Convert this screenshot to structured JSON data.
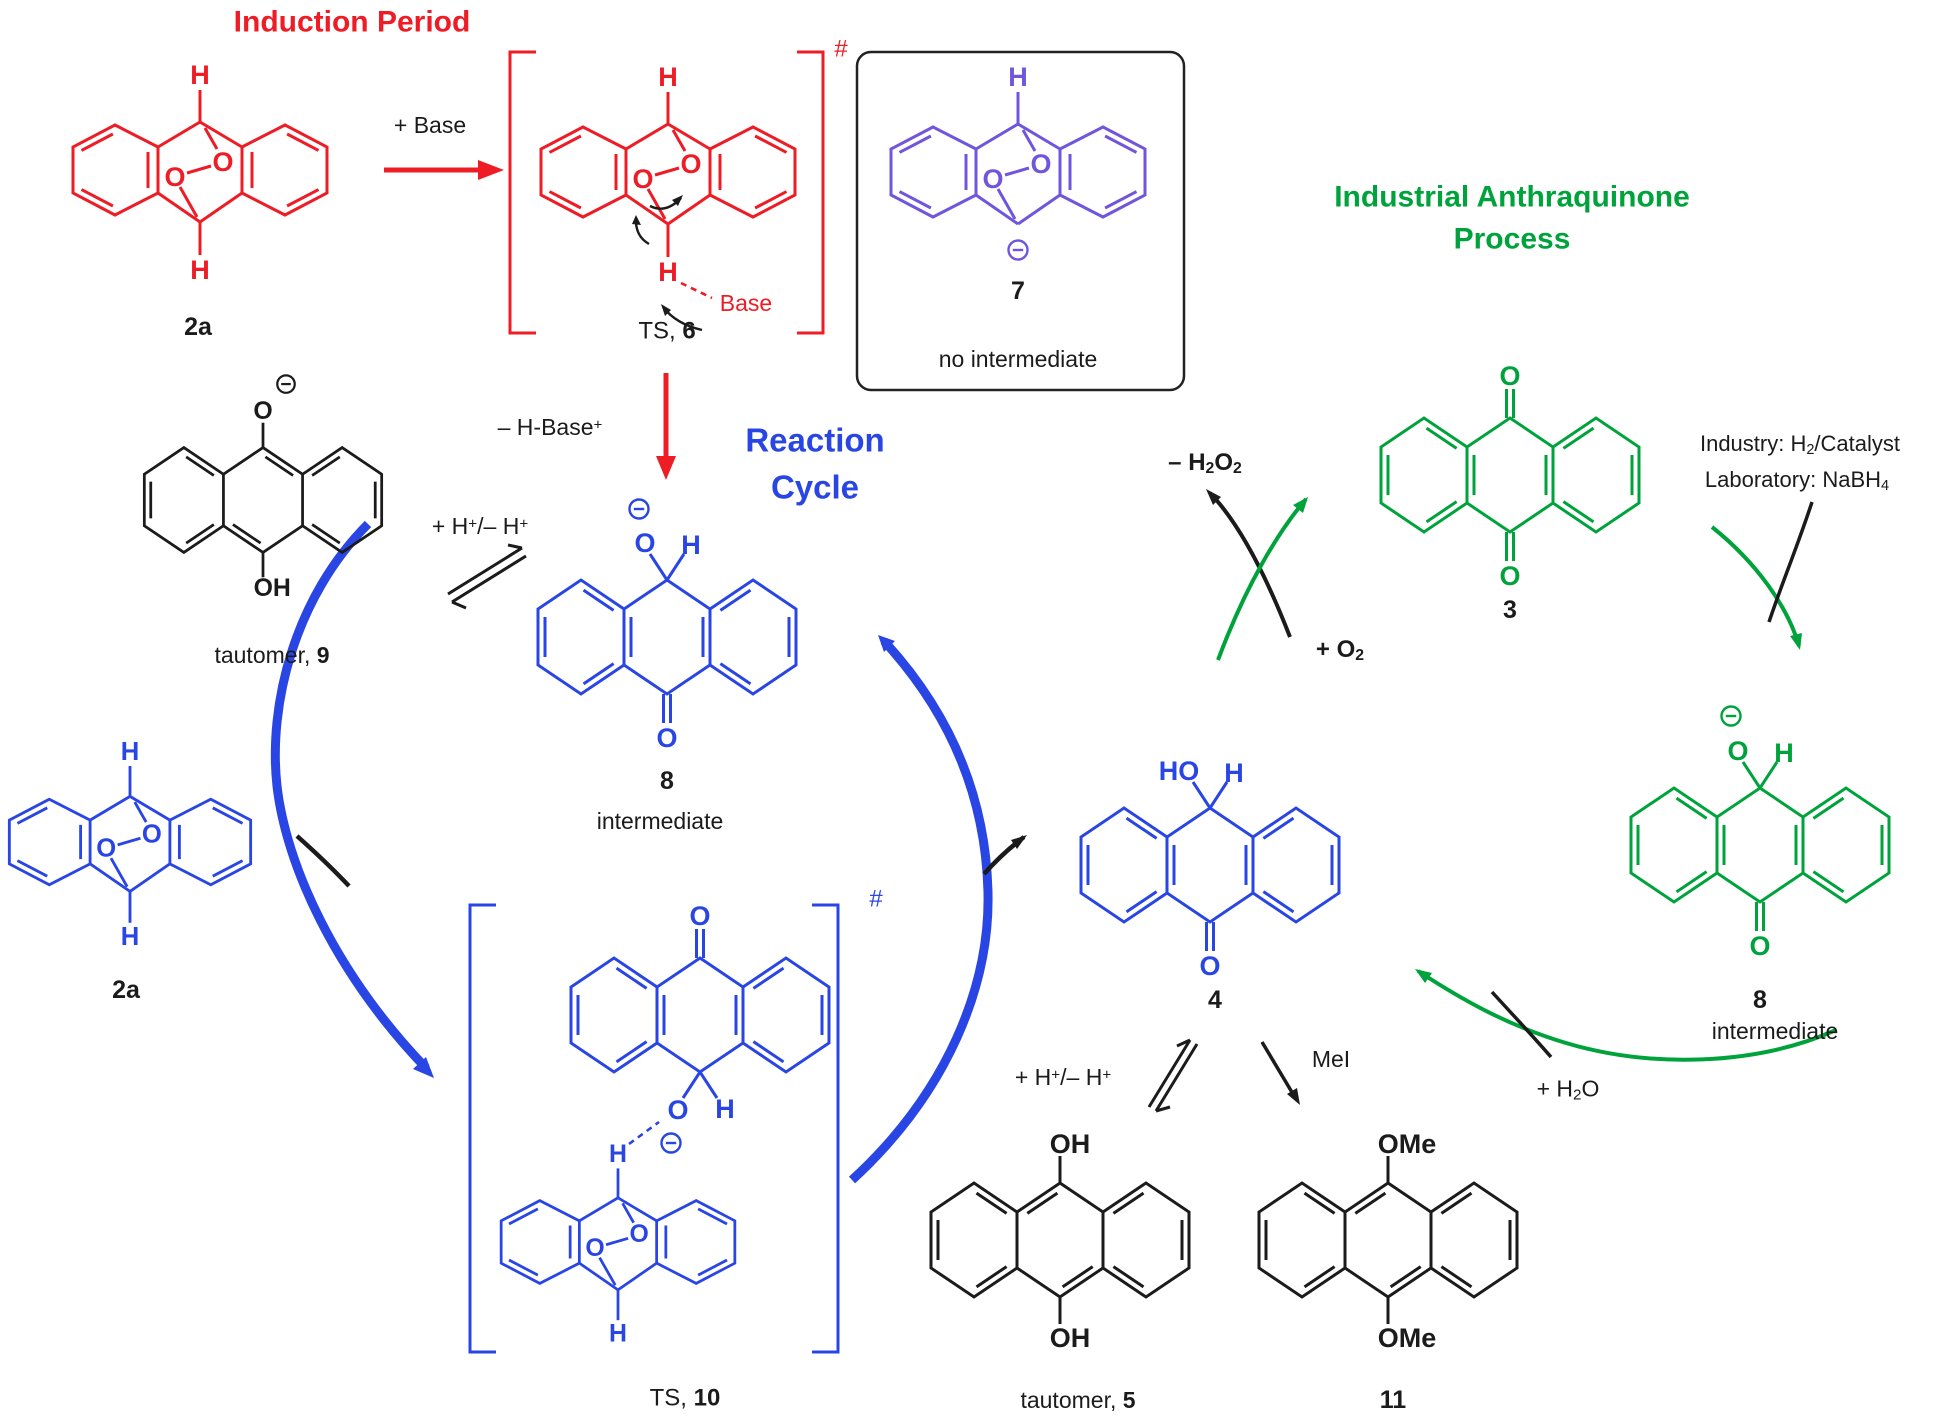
{
  "colors": {
    "red": "#ee1c25",
    "blue": "#2946e4",
    "green": "#00a33b",
    "purple": "#7055dd",
    "ink": "#1b1b1b"
  },
  "titles": {
    "induction": "Induction Period",
    "reaction1": "Reaction",
    "reaction2": "Cycle",
    "industrial1": "Industrial Anthraquinone",
    "industrial2": "Process"
  },
  "compounds": {
    "two_a": "2a",
    "three": "3",
    "four": "4",
    "five": "5",
    "six": "6",
    "seven": "7",
    "eight": "8",
    "nine": "9",
    "ten": "10",
    "eleven": "11"
  },
  "atoms": {
    "h": "H",
    "o": "O",
    "oh": "OH",
    "ho": "HO",
    "ome": "OMe"
  },
  "labels": {
    "plus_base": "+ Base",
    "base": "Base",
    "hash": "#",
    "ts_prefix": "TS, ",
    "tautomer_prefix": "tautomer, ",
    "intermediate": "intermediate",
    "no_intermediate": "no intermediate",
    "mei": "MeI",
    "minus_hbase": {
      "a": "– H-Base",
      "sup": "+"
    },
    "h2o2": {
      "a": "– H",
      "b": "2",
      "c": "O",
      "d": "2"
    },
    "o2": {
      "a": "+ O",
      "b": "2"
    },
    "h2o": {
      "a": "+ H",
      "b": "2",
      "c": "O"
    },
    "industry": {
      "a": "Industry: H",
      "b": "2",
      "c": "/Catalyst"
    },
    "laboratory": {
      "a": "Laboratory: NaBH",
      "b": "4"
    },
    "h_eq": {
      "a": "+ H",
      "b": "+",
      "c": "/– H",
      "d": "+"
    }
  }
}
